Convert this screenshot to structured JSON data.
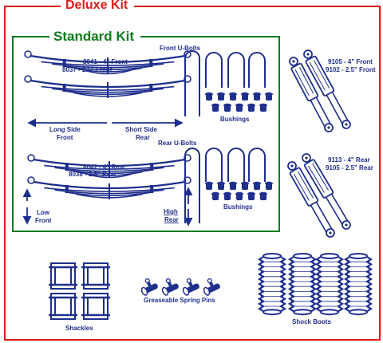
{
  "deluxe_kit": {
    "title": "Deluxe Kit",
    "border_color": "#e01a1a"
  },
  "standard_kit": {
    "title": "Standard Kit",
    "border_color": "#0e7a1e"
  },
  "colors": {
    "parts": "#1f2f8c",
    "label": "#1f2f8c"
  },
  "front_springs": {
    "part_line_1": "8041 - 4\" Front",
    "part_line_2": "8037 - 2.5\" Front",
    "long_side_line_1": "Long Side",
    "long_side_line_2": "Front",
    "short_side_line_1": "Short Side",
    "short_side_line_2": "Rear"
  },
  "front_ubolts": {
    "label": "Front U-Bolts",
    "bushings_label": "Bushings"
  },
  "rear_springs": {
    "part_line_1": "8042 - 4\" Rear",
    "part_line_2": "8038 - 2.5\" Rear",
    "low_line_1": "Low",
    "low_line_2": "Front",
    "high_line_1": "High",
    "high_line_2": "Rear"
  },
  "rear_ubolts": {
    "label": "Rear U-Bolts",
    "bushings_label": "Bushings"
  },
  "front_shocks": {
    "line_1": "9105 - 4\" Front",
    "line_2": "9102 - 2.5\" Front"
  },
  "rear_shocks": {
    "line_1": "9113 - 4\" Rear",
    "line_2": "9105 - 2.5\" Rear"
  },
  "accessories": {
    "shackles_label": "Shackles",
    "spring_pins_label": "Greaseable Spring Pins",
    "shock_boots_label": "Shock Boots"
  }
}
